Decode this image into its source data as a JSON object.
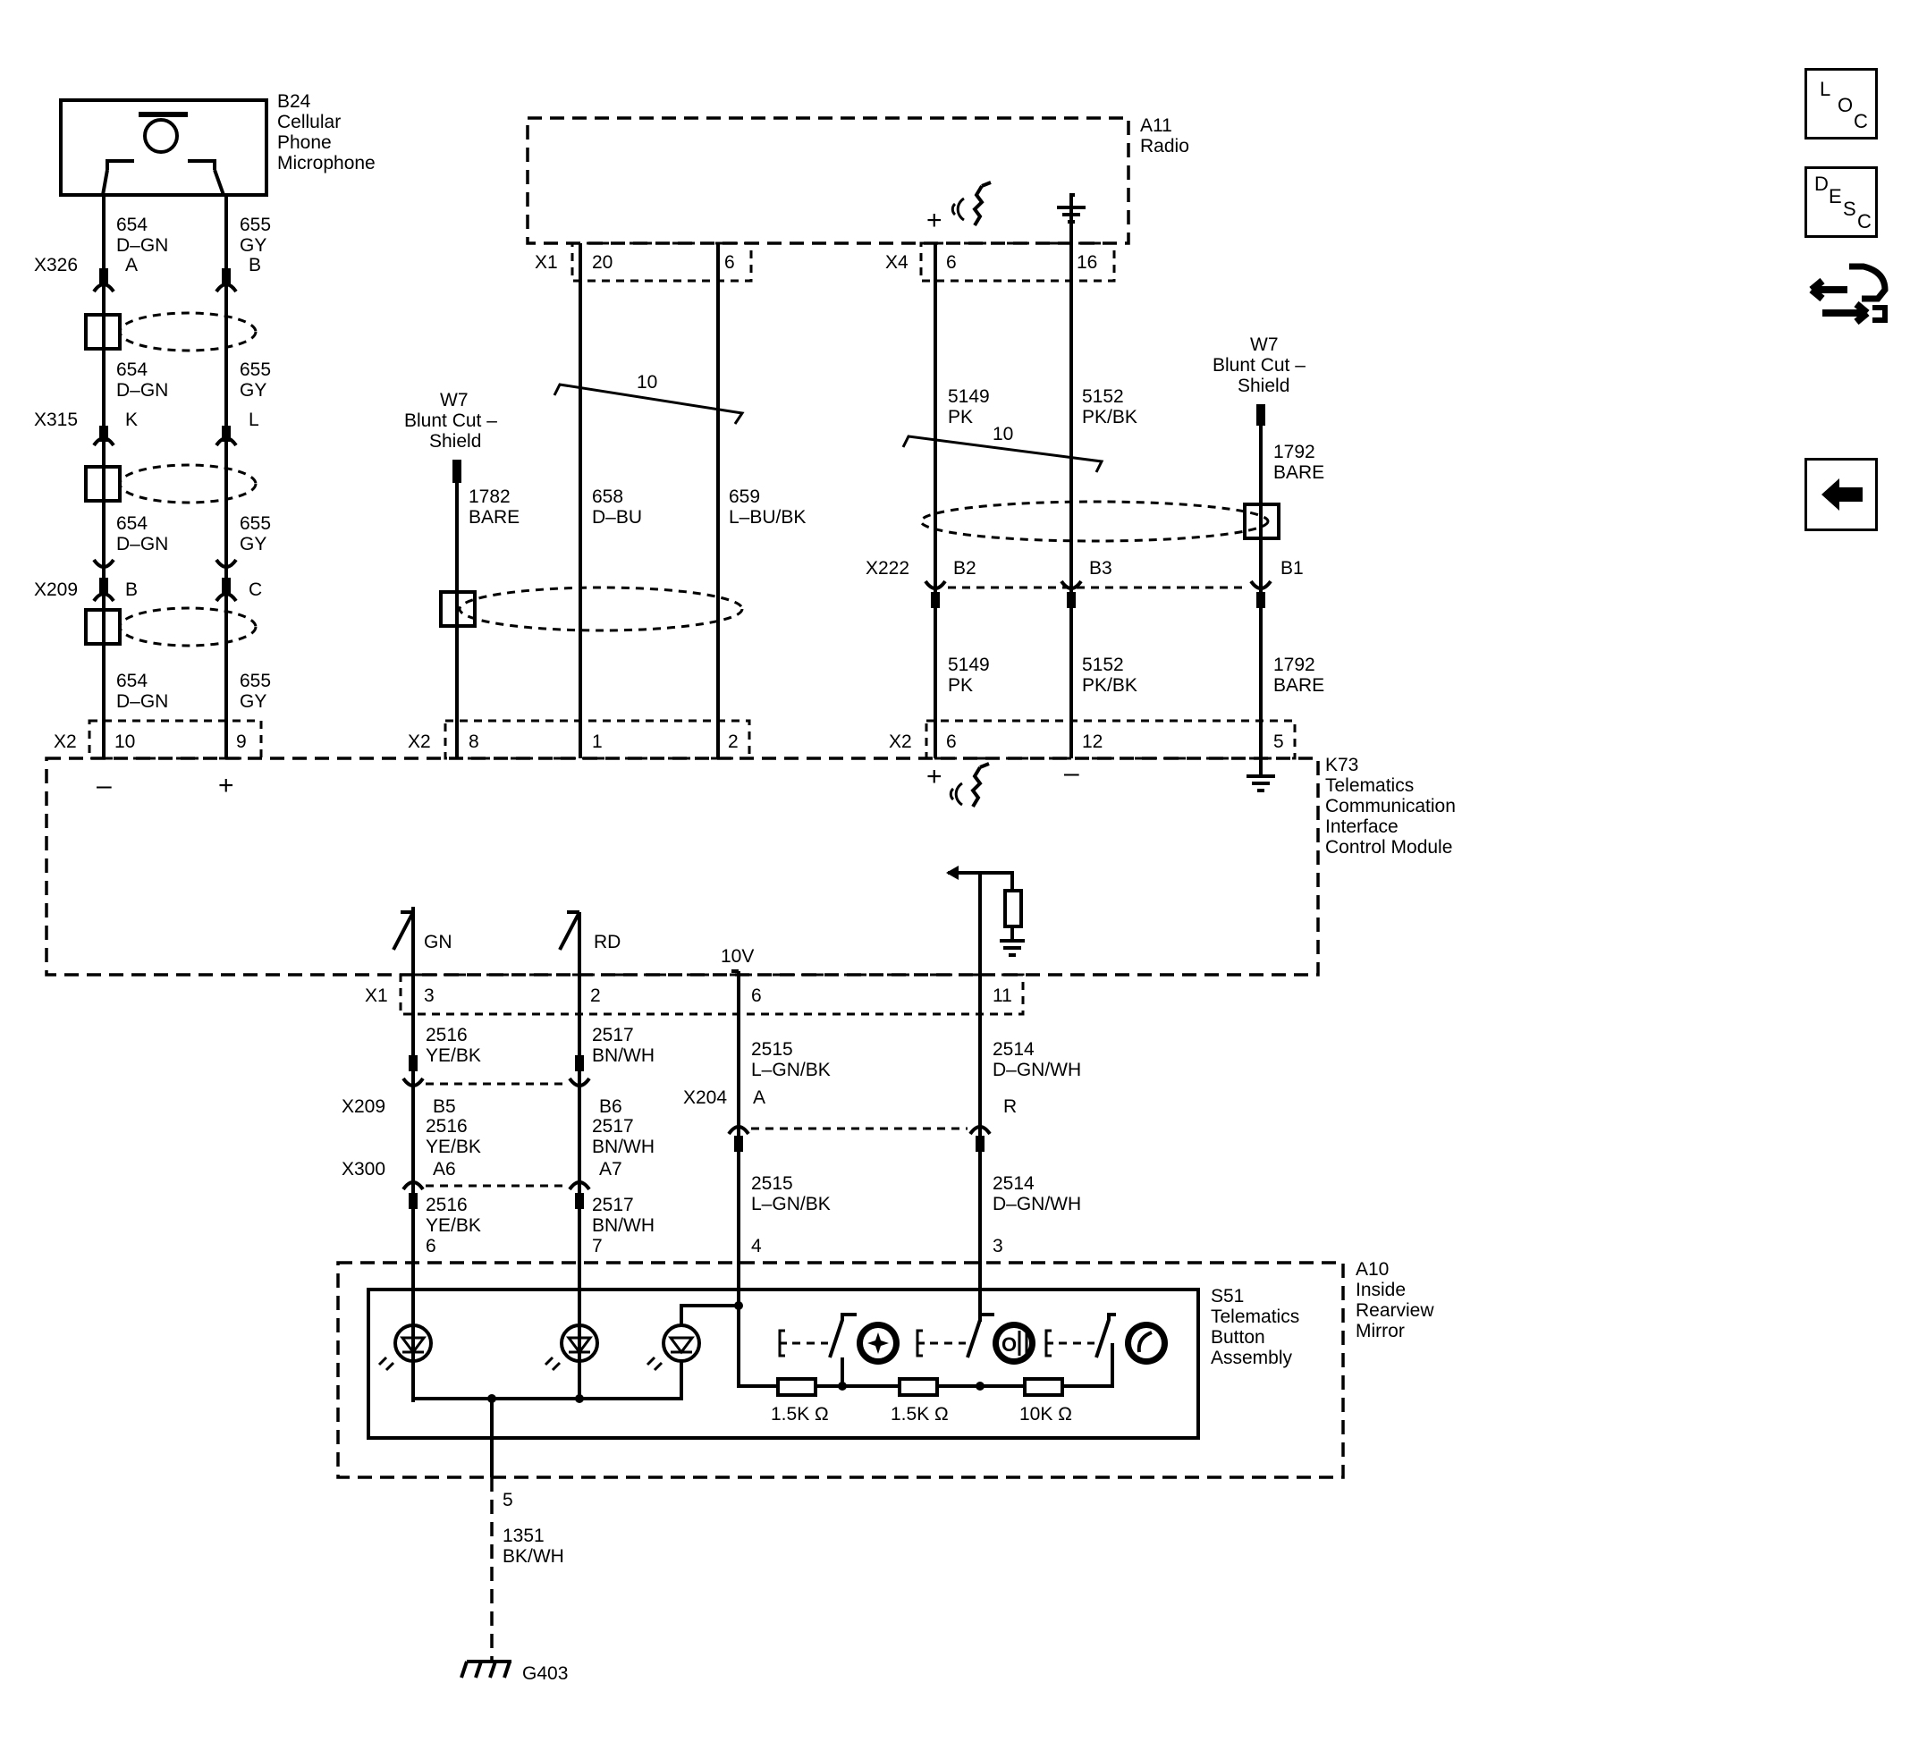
{
  "components": {
    "b24": {
      "id": "B24",
      "lines": [
        "Cellular",
        "Phone",
        "Microphone"
      ]
    },
    "a11": {
      "id": "A11",
      "lines": [
        "Radio"
      ]
    },
    "k73": {
      "id": "K73",
      "lines": [
        "Telematics",
        "Communication",
        "Interface",
        "Control Module"
      ]
    },
    "a10": {
      "id": "A10",
      "lines": [
        "Inside",
        "Rearview",
        "Mirror"
      ]
    },
    "s51": {
      "id": "S51",
      "lines": [
        "Telematics",
        "Button",
        "Assembly"
      ]
    },
    "w7_left": {
      "id": "W7",
      "lines": [
        "Blunt Cut –",
        "Shield"
      ]
    },
    "w7_right": {
      "id": "W7",
      "lines": [
        "Blunt Cut –",
        "Shield"
      ]
    },
    "g403": "G403"
  },
  "connectors": [
    "X326",
    "X315",
    "X209",
    "X2",
    "X1",
    "X4",
    "X222",
    "X209",
    "X300",
    "X204",
    "X2",
    "X2",
    "X1"
  ],
  "pins": {
    "x326": [
      "A",
      "B"
    ],
    "x315": [
      "K",
      "L"
    ],
    "x209_top": [
      "B",
      "C"
    ],
    "x2_mic": [
      "10",
      "9"
    ],
    "x1_radio": [
      "20",
      "6"
    ],
    "x4_radio": [
      "6",
      "16"
    ],
    "x222": [
      "B2",
      "B3",
      "B1"
    ],
    "x2_mid": [
      "8",
      "1",
      "2"
    ],
    "x2_right": [
      "6",
      "12",
      "5"
    ],
    "x1_bottom": [
      "3",
      "2",
      "6",
      "11"
    ],
    "x209_bottom": [
      "B5",
      "B6"
    ],
    "x300": [
      "A6",
      "A7"
    ],
    "x204": [
      "A",
      "R"
    ],
    "a10": [
      "6",
      "7",
      "4",
      "3",
      "5"
    ]
  },
  "wires": {
    "w654": [
      "654",
      "D–GN"
    ],
    "w655": [
      "655",
      "GY"
    ],
    "w1782": [
      "1782",
      "BARE"
    ],
    "w658": [
      "658",
      "D–BU"
    ],
    "w659": [
      "659",
      "L–BU/BK"
    ],
    "w5149": [
      "5149",
      "PK"
    ],
    "w5152": [
      "5152",
      "PK/BK"
    ],
    "w1792": [
      "1792",
      "BARE"
    ],
    "w2516": [
      "2516",
      "YE/BK"
    ],
    "w2517": [
      "2517",
      "BN/WH"
    ],
    "w2515": [
      "2515",
      "L–GN/BK"
    ],
    "w2514": [
      "2514",
      "D–GN/WH"
    ],
    "w1351": [
      "1351",
      "BK/WH"
    ]
  },
  "twist_count": "10",
  "polarity": {
    "minus": "–",
    "plus": "+"
  },
  "led_labels": [
    "GN",
    "RD"
  ],
  "voltage": "10V",
  "resistors": [
    "1.5K Ω",
    "1.5K Ω",
    "10K Ω"
  ],
  "nav": {
    "loc": [
      "L",
      "O",
      "C"
    ],
    "desc": [
      "D",
      "E",
      "S",
      "C"
    ]
  },
  "icons": [
    "microphone-icon",
    "ground-icon",
    "speaker-icon",
    "led-icon",
    "switch-icon",
    "resistor-icon",
    "onstar-button-icon",
    "phone-button-icon",
    "hand-link-icon",
    "back-arrow-icon"
  ]
}
